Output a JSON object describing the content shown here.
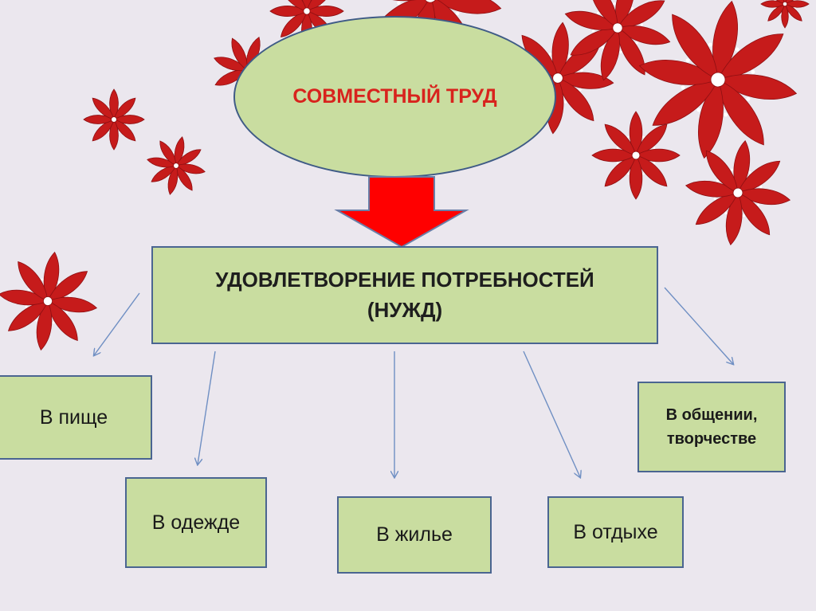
{
  "diagram": {
    "main_title": "СОВМЕСТНЫЙ ТРУД",
    "center_box": "УДОВЛЕТВОРЕНИЕ ПОТРЕБНОСТЕЙ (НУЖД)",
    "needs": {
      "food": "В пище",
      "clothing": "В одежде",
      "housing": "В жилье",
      "rest": "В отдыхе",
      "communication": "В общении, творчестве"
    }
  },
  "colors": {
    "background": "#ebe7ee",
    "box_fill": "#c9dda0",
    "box_border": "#4a6591",
    "title_text": "#d8231d",
    "big_arrow": "#ff0000",
    "connector": "#6f8fc3",
    "flower": "#c61b1b"
  }
}
